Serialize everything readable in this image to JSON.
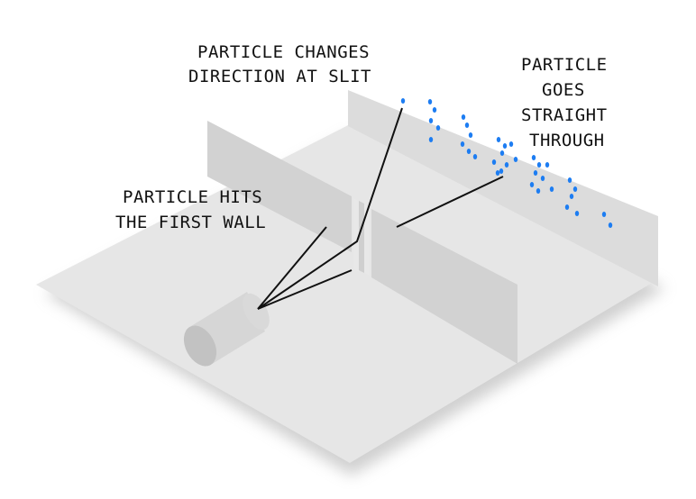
{
  "labels": {
    "slit_1": "PARTICLE CHANGES",
    "slit_2": "DIRECTION AT SLIT",
    "straight_1": "PARTICLE",
    "straight_2": "GOES",
    "straight_3": "STRAIGHT",
    "straight_4": "THROUGH",
    "wall_1": "PARTICLE HITS",
    "wall_2": "THE FIRST WALL"
  },
  "colors": {
    "floor": "#e6e6e6",
    "floor_shadow": "#bdbdbd",
    "wall": "#d2d2d2",
    "back_wall": "#dcdcdc",
    "emitter": "#cfcfcf",
    "line": "#111111",
    "dot": "#1d7df2"
  }
}
